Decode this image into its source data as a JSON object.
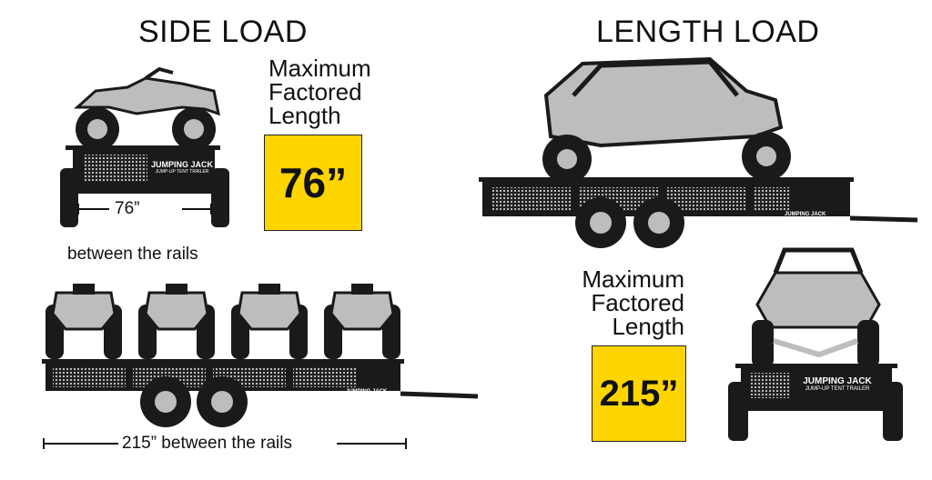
{
  "side_load": {
    "title": "SIDE LOAD",
    "max_label": [
      "Maximum",
      "Factored",
      "Length"
    ],
    "max_value": "76”",
    "rail_value": "76”",
    "rail_caption": "between the rails",
    "long_rail_caption": "215” between the rails"
  },
  "length_load": {
    "title": "LENGTH LOAD",
    "max_label": [
      "Maximum",
      "Factored",
      "Length"
    ],
    "max_value": "215”"
  },
  "brand": {
    "logo": "JUMPING JACK",
    "tagline": "JUMP-UP TENT TRAILER"
  },
  "colors": {
    "highlight": "#FFD500",
    "vehicle": "#BDBDBD",
    "dark": "#1a1a1a"
  }
}
